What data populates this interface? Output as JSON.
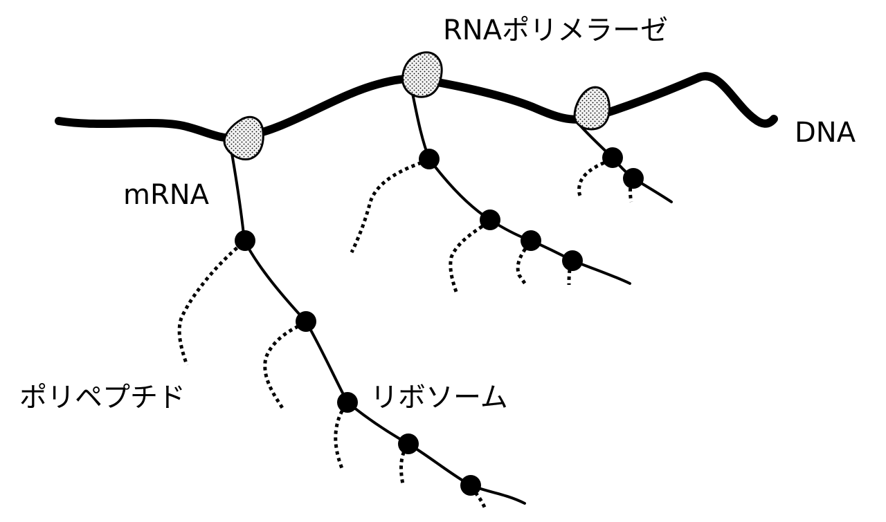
{
  "labels": {
    "rna_polymerase": "RNAポリメラーゼ",
    "dna": "DNA",
    "mrna": "mRNA",
    "polypeptide": "ポリペプチド",
    "ribosome": "リボソーム"
  },
  "colors": {
    "line": "#000000",
    "polymerase_fill": "#f2f2f2",
    "background": "#ffffff"
  },
  "structure": {
    "rna_polymerase_count": 3,
    "ribosomes_per_mrna": [
      5,
      4,
      2
    ]
  }
}
